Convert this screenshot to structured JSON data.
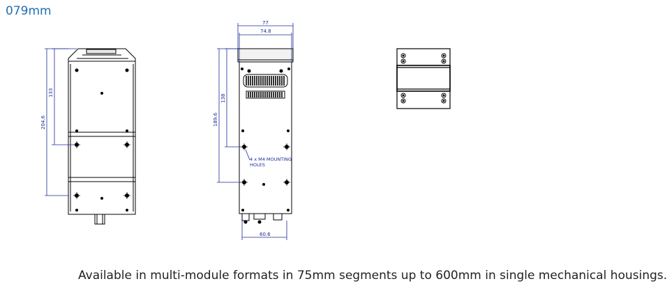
{
  "title": "079mm",
  "caption": "Available in multi-module formats in 75mm segments up to 600mm in single mechanical housings.",
  "dimensions": {
    "front_height_total": "204.6",
    "front_height_holes": "133",
    "side_width_outer": "77",
    "side_width_inner": "74.8",
    "side_height_total": "189.6",
    "side_height_holes": "138",
    "side_bottom_width": "60.6"
  },
  "notes": {
    "mounting_line1": "4 x M4 MOUNTING",
    "mounting_line2": "HOLES"
  },
  "colors": {
    "title": "#1f6fb2",
    "dimension": "#1a2a9a",
    "outline": "#000000"
  }
}
